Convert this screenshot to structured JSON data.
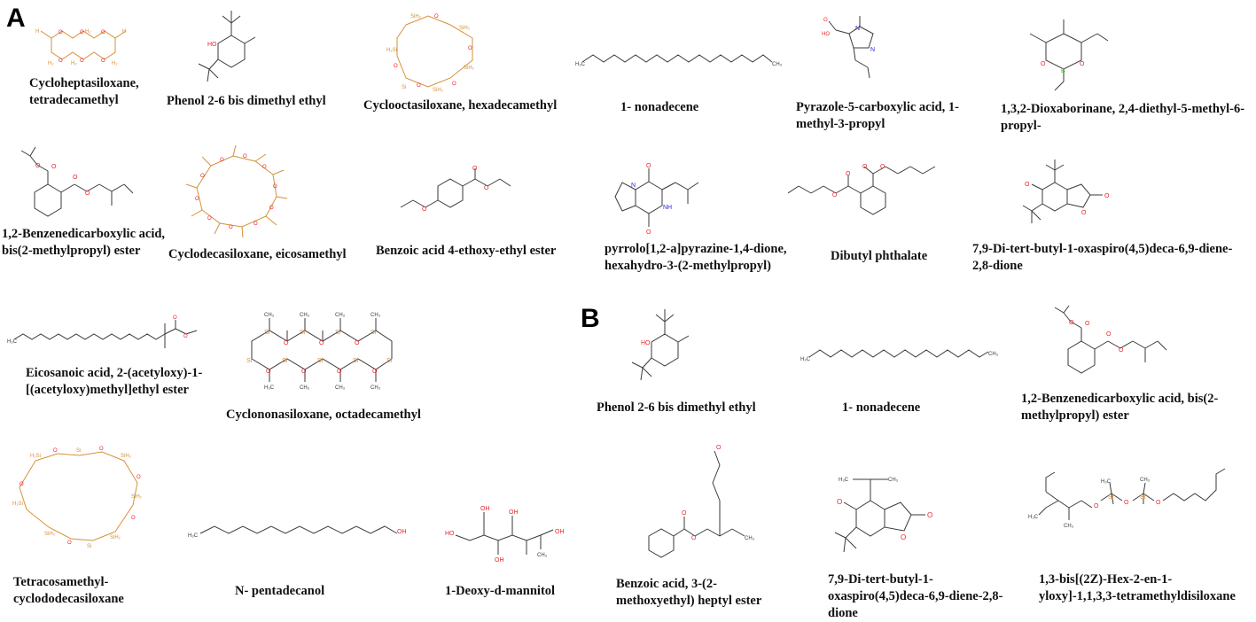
{
  "panels": {
    "a": "A",
    "b": "B"
  },
  "colors": {
    "bond": "#3a3a3a",
    "oxygen": "#e8242a",
    "silicon": "#d4913a",
    "nitrogen": "#2a2ad8",
    "boron": "#5ab04a"
  },
  "atoms": {
    "O": "O",
    "OH": "OH",
    "HO": "HO",
    "Si": "Si",
    "N": "N",
    "NH": "NH",
    "B": "B",
    "CH3": "CH₃",
    "H3C": "H₃C",
    "CH2": "CH₂",
    "H2C": "H₂C",
    "SiH2": "SiH₂",
    "H2Si": "H₂Si",
    "H2": "H₂",
    "H": "H"
  },
  "compounds": {
    "a1": "Cycloheptasiloxane, tetradecamethyl",
    "a2": "Phenol 2-6 bis dimethyl ethyl",
    "a3": "Cyclooctasiloxane, hexadecamethyl",
    "a4": "1- nonadecene",
    "a5": "Pyrazole-5-carboxylic acid, 1-methyl-3-propyl",
    "a6": "1,3,2-Dioxaborinane, 2,4-diethyl-5-methyl-6-propyl-",
    "a7": "1,2-Benzenedicarboxylic acid, bis(2-methylpropyl) ester",
    "a8": "Cyclodecasiloxane, eicosamethyl",
    "a9": "Benzoic acid 4-ethoxy-ethyl ester",
    "a10": "pyrrolo[1,2-a]pyrazine-1,4-dione, hexahydro-3-(2-methylpropyl)",
    "a11": "Dibutyl phthalate",
    "a12": "7,9-Di-tert-butyl-1-oxaspiro(4,5)deca-6,9-diene-2,8-dione",
    "a13": "Eicosanoic acid, 2-(acetyloxy)-1-[(acetyloxy)methyl]ethyl ester",
    "a14": "Cyclononasiloxane, octadecamethyl",
    "a15": "Tetracosamethyl-cyclododecasiloxane",
    "a16": "N- pentadecanol",
    "a17": "1-Deoxy-d-mannitol",
    "b1": "Phenol 2-6 bis dimethyl ethyl",
    "b2": "1- nonadecene",
    "b3": "1,2-Benzenedicarboxylic acid, bis(2-methylpropyl) ester",
    "b4": "Benzoic acid, 3-(2-methoxyethyl) heptyl ester",
    "b5": "7,9-Di-tert-butyl-1-oxaspiro(4,5)deca-6,9-diene-2,8-dione",
    "b6": "1,3-bis[(2Z)-Hex-2-en-1-yloxy]-1,1,3,3-tetramethyldisiloxane"
  }
}
